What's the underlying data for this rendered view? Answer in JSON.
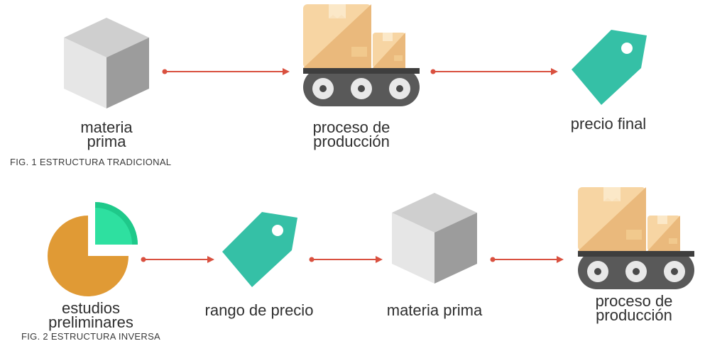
{
  "colors": {
    "arrow": "#d9503f",
    "cube_top": "#cfcfcf",
    "cube_left": "#e6e6e6",
    "cube_right": "#9c9c9c",
    "box_light": "#f7d5a3",
    "box_mid": "#eab97c",
    "conveyor": "#595959",
    "tag": "#35c0a6",
    "pie_orange": "#e09a35",
    "pie_green": "#2ee0a0"
  },
  "fig1": {
    "caption": "FIG. 1 ESTRUCTURA  TRADICIONAL",
    "steps": [
      {
        "icon": "cube-icon",
        "line1": "materia",
        "line2": "prima"
      },
      {
        "icon": "conveyor-boxes-icon",
        "line1": "proceso de",
        "line2": "producción"
      },
      {
        "icon": "price-tag-icon",
        "line1": "precio final",
        "line2": ""
      }
    ]
  },
  "fig2": {
    "caption": "FIG. 2 ESTRUCTURA  INVERSA",
    "steps": [
      {
        "icon": "pie-chart-icon",
        "line1": "estudios",
        "line2": "preliminares"
      },
      {
        "icon": "price-tag-icon",
        "line1": "rango de precio",
        "line2": ""
      },
      {
        "icon": "cube-icon",
        "line1": "materia prima",
        "line2": ""
      },
      {
        "icon": "conveyor-boxes-icon",
        "line1": "proceso de",
        "line2": "producción"
      }
    ]
  }
}
